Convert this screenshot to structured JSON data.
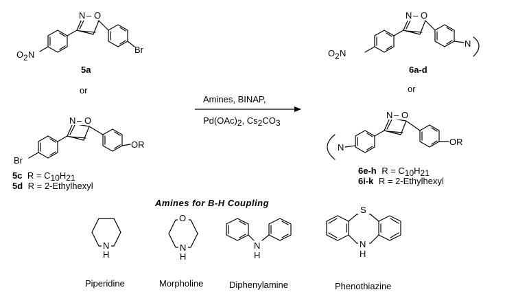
{
  "reactants": {
    "top_compound_label": "5a",
    "or_word": "or",
    "bottom_compound_labels": [
      "5c",
      "5d"
    ],
    "bottom_r_groups": [
      "R = C",
      "R = 2-Ethylhexyl"
    ],
    "decyl_subscript_c": "10",
    "decyl_h": "H",
    "decyl_subscript_h": "21"
  },
  "conditions": {
    "line1": "Amines, BINAP,",
    "pd": "Pd(OAc)",
    "pd_sub": "2",
    "base_sep": ", Cs",
    "cs_sub": "2",
    "co": "CO",
    "co_sub": "3"
  },
  "products": {
    "top_label": "6a-d",
    "or_word": "or",
    "bottom_labels": [
      "6e-h",
      "6i-k"
    ],
    "bottom_r_groups": [
      "R = C",
      "R = 2-Ethylhexyl"
    ]
  },
  "atoms": {
    "n": "N",
    "o": "O",
    "nitro_o": "O",
    "nitro_sub": "2",
    "nitro_n": "N",
    "br": "Br",
    "or_group": "OR",
    "s": "S",
    "h": "H"
  },
  "amines": {
    "title": "Amines for B-H Coupling",
    "items": [
      "Piperidine",
      "Morpholine",
      "Diphenylamine",
      "Phenothiazine"
    ]
  }
}
